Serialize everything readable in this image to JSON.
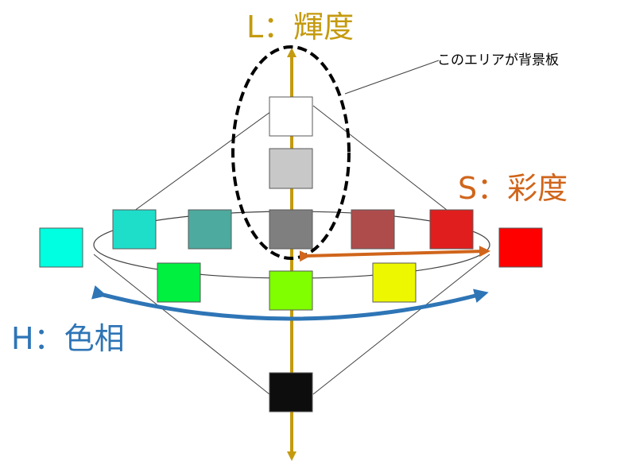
{
  "labels": {
    "lightness": "L：輝度",
    "saturation": "S：彩度",
    "hue": "H：色相",
    "callout": "このエリアが背景板"
  },
  "colors": {
    "lightness_axis": "#C49A0E",
    "saturation_arrow": "#D0651B",
    "hue_arrow": "#2E75B6",
    "swatch_border": "#595959",
    "cone_line": "#404040"
  },
  "swatches": [
    {
      "name": "swatch-white",
      "color": "#FFFFFF"
    },
    {
      "name": "swatch-light-gray",
      "color": "#C8C8C8"
    },
    {
      "name": "swatch-mid-gray",
      "color": "#7F7F7F"
    },
    {
      "name": "swatch-black",
      "color": "#0D0D0D"
    },
    {
      "name": "swatch-cyan-full",
      "color": "#00FFE0"
    },
    {
      "name": "swatch-cyan-medium",
      "color": "#1EDECA"
    },
    {
      "name": "swatch-teal-muted",
      "color": "#4DAA9E"
    },
    {
      "name": "swatch-red-muted",
      "color": "#AE4C4C"
    },
    {
      "name": "swatch-red-medium",
      "color": "#E01E1E"
    },
    {
      "name": "swatch-red-full",
      "color": "#FF0000"
    },
    {
      "name": "swatch-green",
      "color": "#00F040"
    },
    {
      "name": "swatch-lime",
      "color": "#80FF00"
    },
    {
      "name": "swatch-yellow",
      "color": "#EDF700"
    }
  ]
}
